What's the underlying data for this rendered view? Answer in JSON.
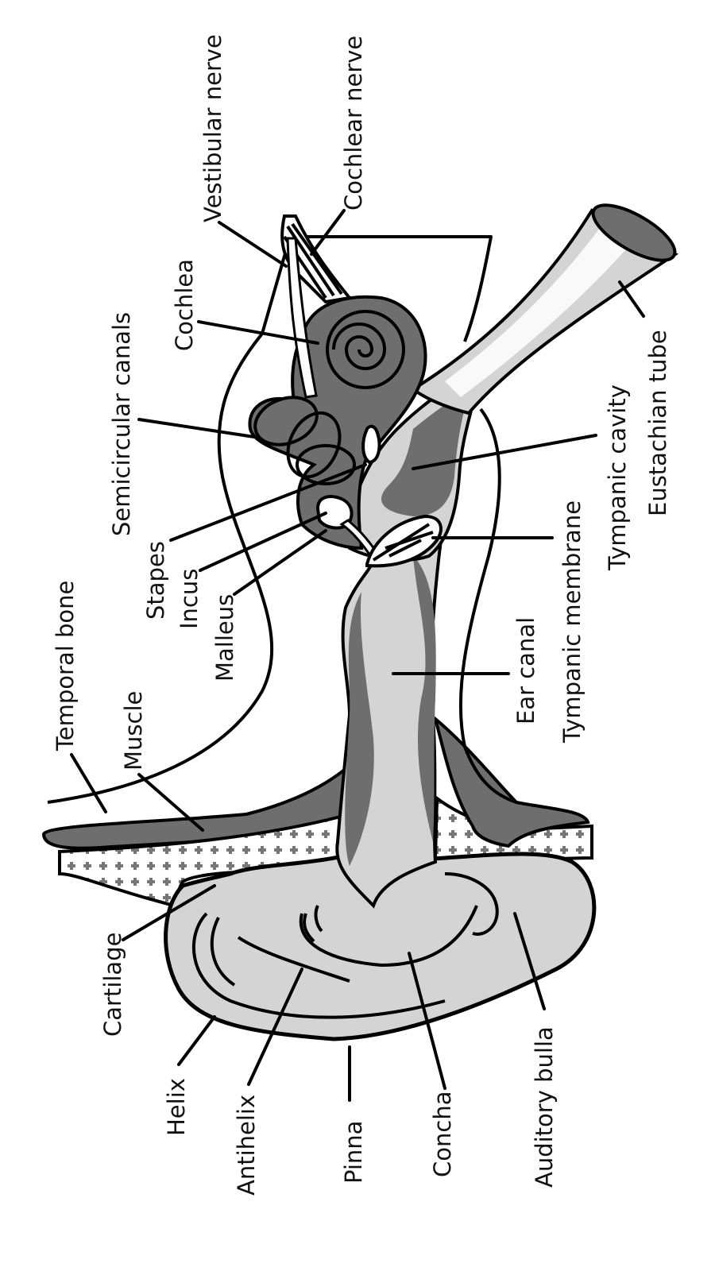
{
  "labels": {
    "vestibular_nerve": "Vestibular nerve",
    "cochlear_nerve": "Cochlear nerve",
    "cochlea": "Cochlea",
    "semicircular_canals": "Semicircular canals",
    "stapes": "Stapes",
    "incus": "Incus",
    "malleus": "Malleus",
    "temporal_bone": "Temporal bone",
    "muscle": "Muscle",
    "cartilage": "Cartilage",
    "helix": "Helix",
    "antihelix": "Antihelix",
    "pinna": "Pinna",
    "concha": "Concha",
    "auditory_bulla": "Auditory bulla",
    "ear_canal": "Ear canal",
    "tympanic_membrane": "Tympanic membrane",
    "tympanic_cavity": "Tympanic cavity",
    "eustachian_tube": "Eustachian tube"
  },
  "colors": {
    "dark_gray": "#6e6e6e",
    "light_gray": "#d4d4d4",
    "outline": "#000000",
    "background": "#ffffff"
  }
}
